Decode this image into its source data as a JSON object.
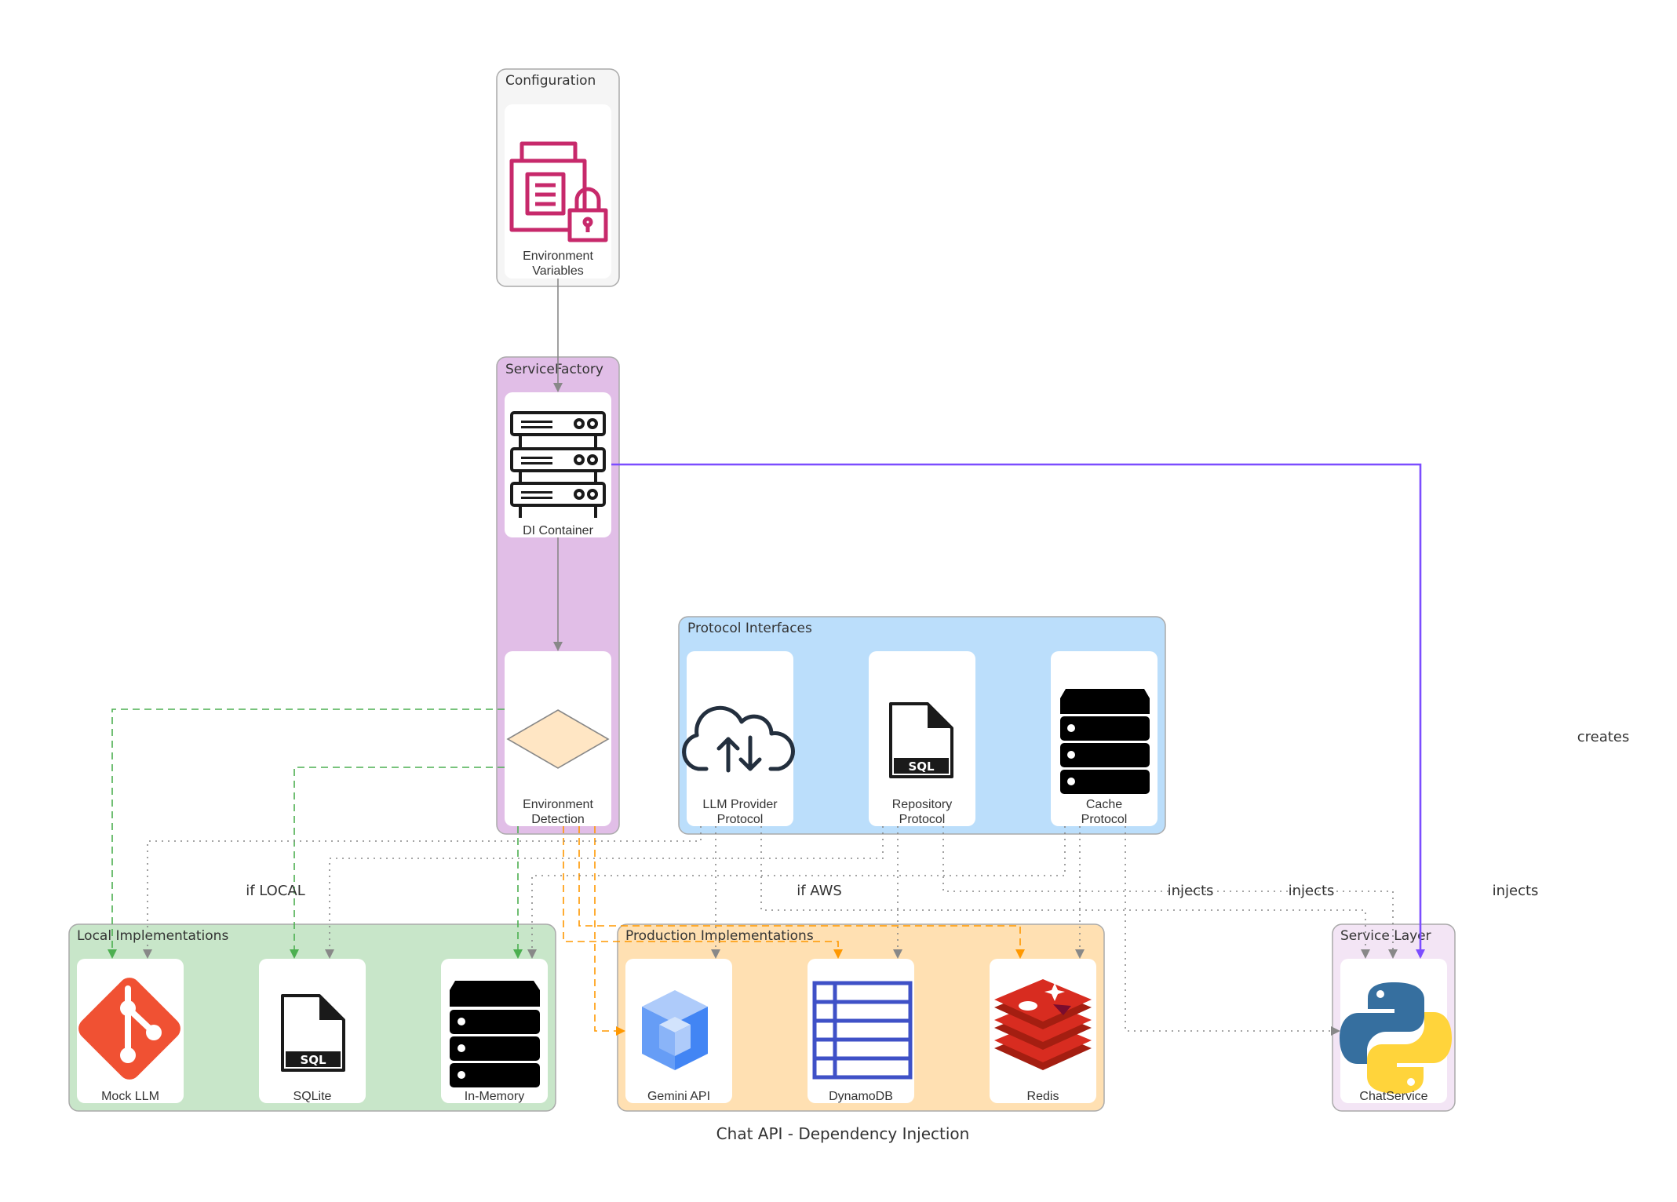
{
  "title": "Chat API - Dependency Injection",
  "clusters": {
    "configuration": "Configuration",
    "service_factory": "ServiceFactory",
    "protocol_interfaces": "Protocol Interfaces",
    "local_implementations": "Local Implementations",
    "production_implementations": "Production Implementations",
    "service_layer": "Service Layer"
  },
  "nodes": {
    "env_vars": [
      "Environment",
      "Variables"
    ],
    "di_container": [
      "DI Container"
    ],
    "env_detection": [
      "Environment",
      "Detection"
    ],
    "llm_protocol": [
      "LLM Provider",
      "Protocol"
    ],
    "repo_protocol": [
      "Repository",
      "Protocol"
    ],
    "cache_protocol": [
      "Cache",
      "Protocol"
    ],
    "mock_llm": [
      "Mock LLM"
    ],
    "sqlite": [
      "SQLite"
    ],
    "in_memory": [
      "In-Memory"
    ],
    "gemini": [
      "Gemini API"
    ],
    "dynamodb": [
      "DynamoDB"
    ],
    "redis": [
      "Redis"
    ],
    "chat_service": [
      "ChatService"
    ]
  },
  "icons": {
    "env_vars": "secrets-store-icon",
    "di_container": "server-rack-icon",
    "env_detection": "decision-diamond-icon",
    "llm_protocol": "cloud-sync-icon",
    "repo_protocol": "sql-file-icon",
    "cache_protocol": "storage-stack-icon",
    "mock_llm": "git-icon",
    "sqlite": "sql-file-icon",
    "in_memory": "storage-stack-icon",
    "gemini": "gemini-cube-icon",
    "dynamodb": "dynamodb-table-icon",
    "redis": "redis-icon",
    "chat_service": "python-icon"
  },
  "edge_labels": {
    "creates": "creates",
    "if_local": "if LOCAL",
    "if_aws": "if AWS",
    "injects": [
      "injects",
      "injects",
      "injects"
    ]
  },
  "colors": {
    "configuration_bg": "#f5f5f5",
    "service_factory_bg": "#e1bee7",
    "protocol_bg": "#bbdefb",
    "local_bg": "#c8e6c9",
    "production_bg": "#ffe0b2",
    "service_layer_bg": "#f3e5f5",
    "creates_edge": "#7c4dff",
    "local_edge": "#4caf50",
    "aws_edge": "#ff9800",
    "inject_edge": "#888888"
  }
}
